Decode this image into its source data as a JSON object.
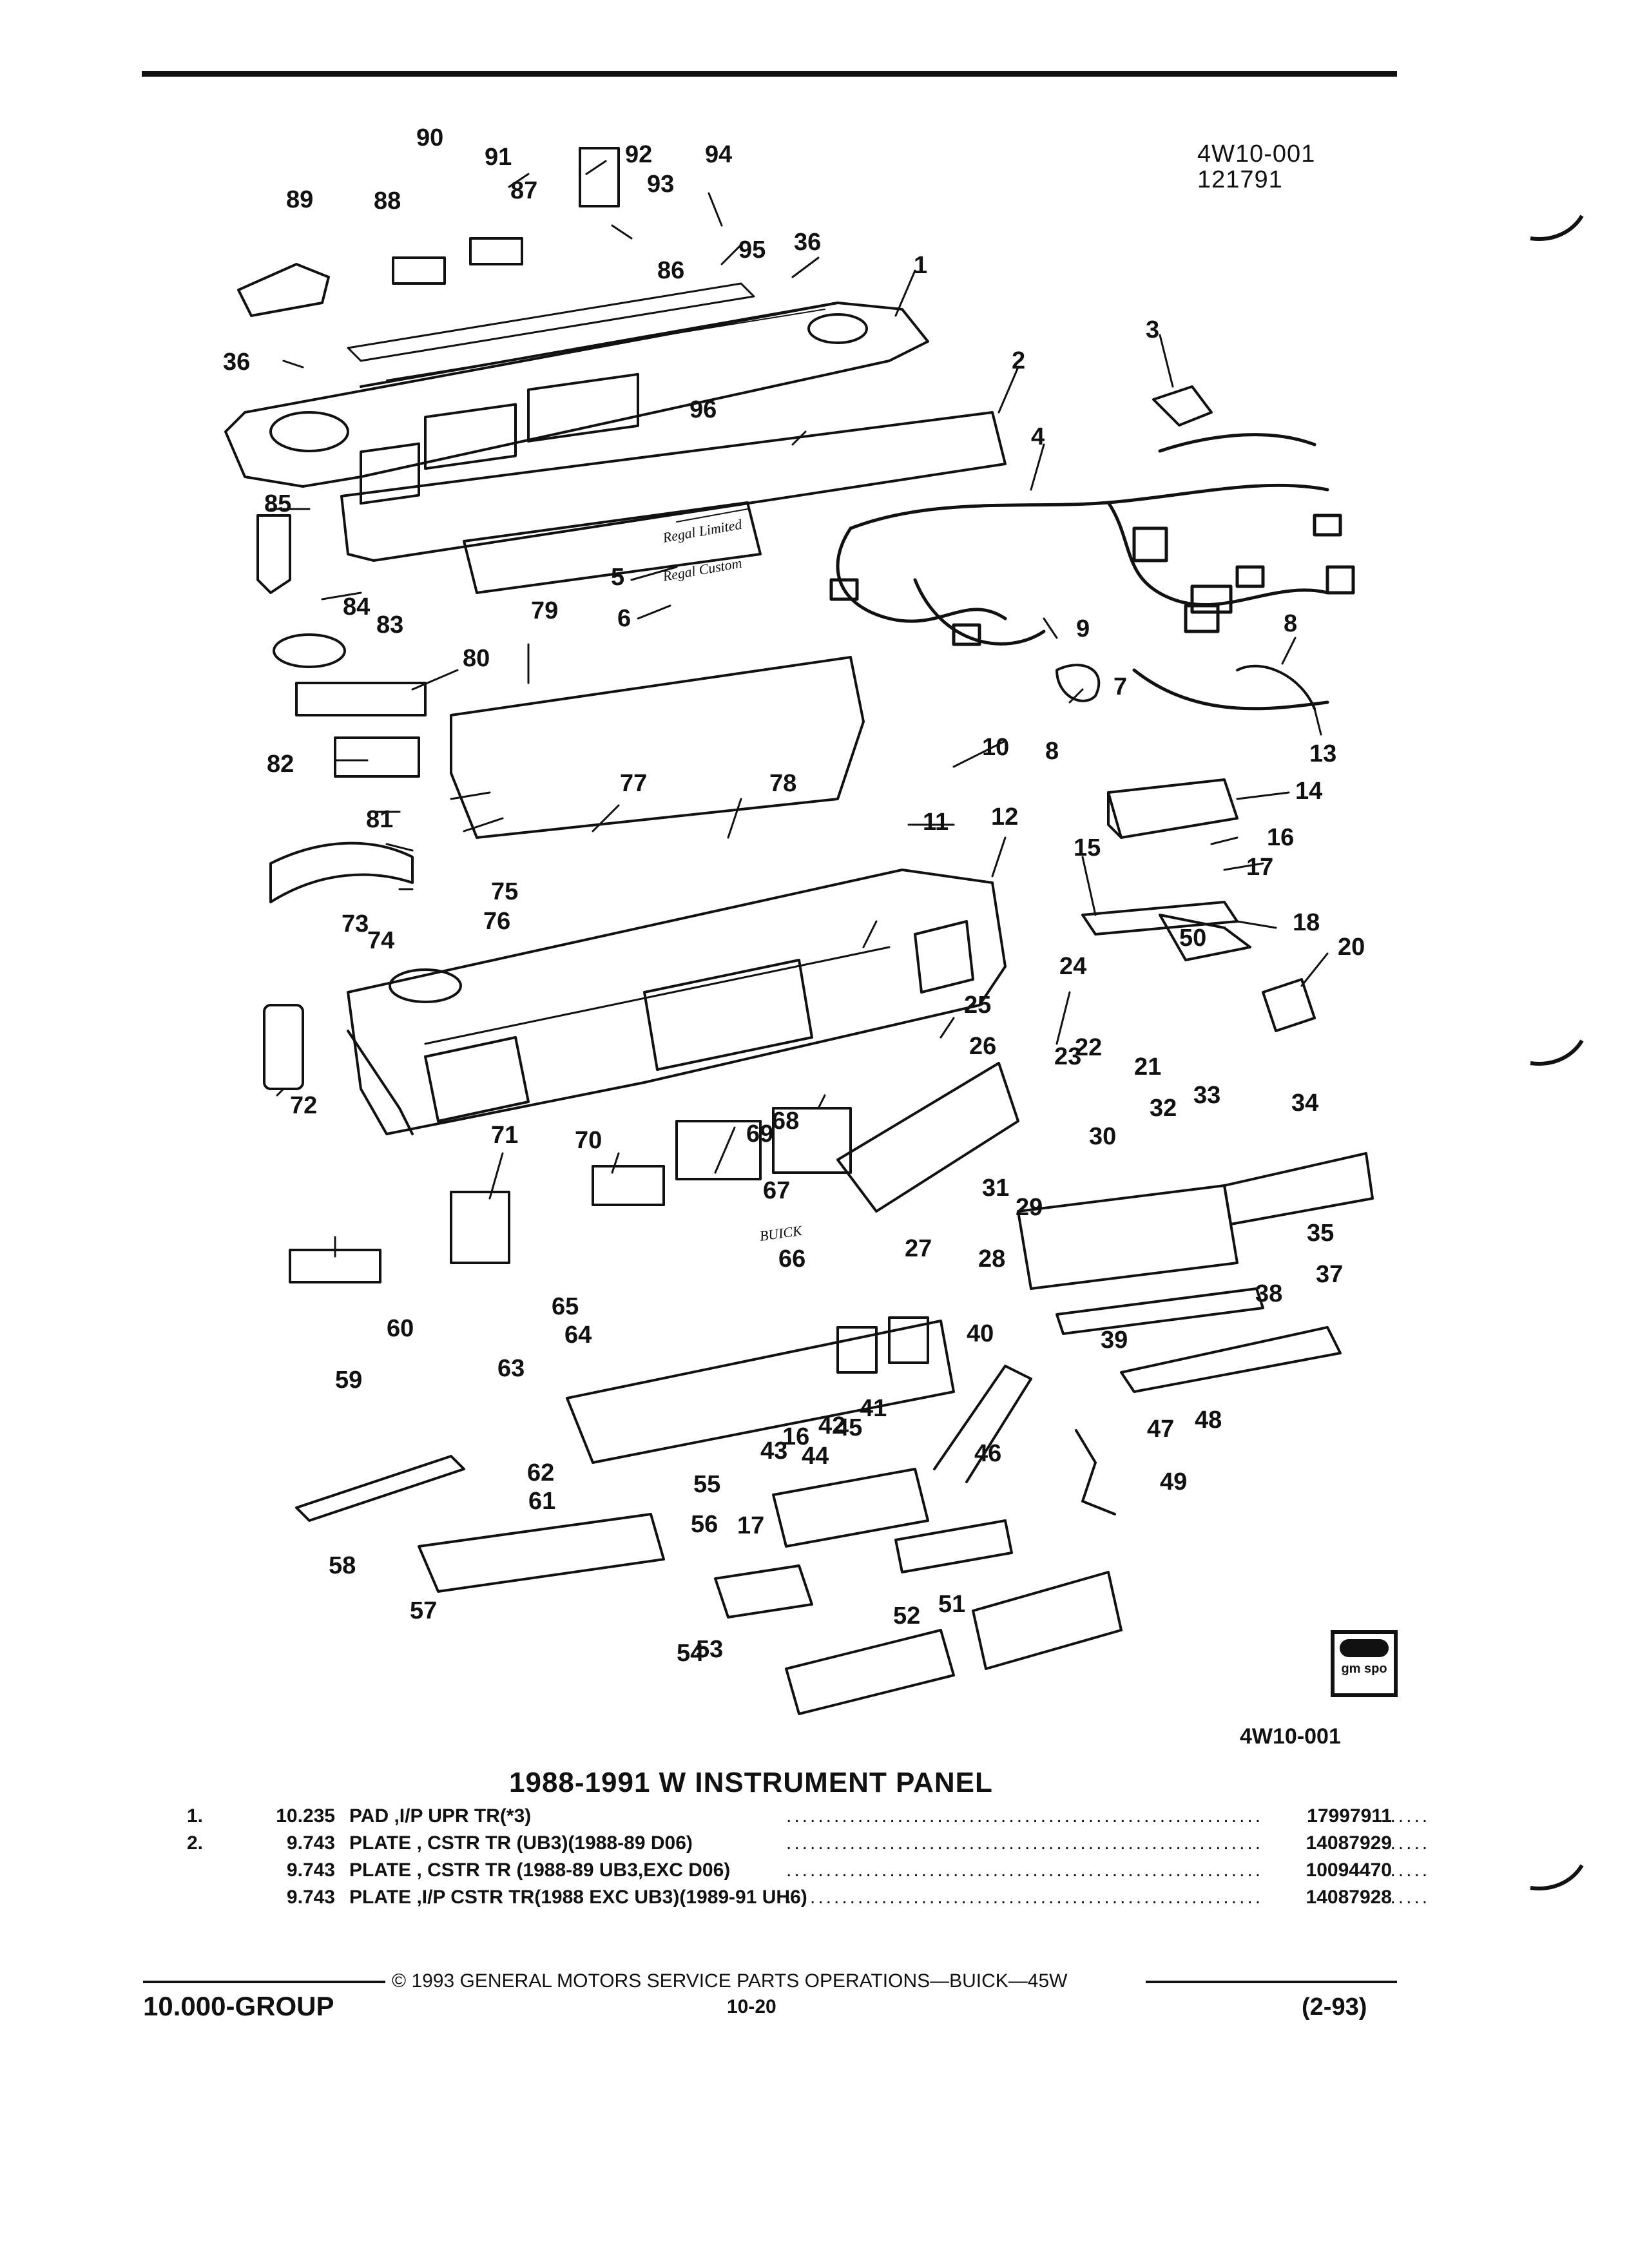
{
  "header": {
    "ref_code": "4W10-001",
    "ref_date": "121791"
  },
  "diagram": {
    "callouts": [
      "1",
      "2",
      "3",
      "4",
      "5",
      "6",
      "7",
      "8",
      "8",
      "9",
      "10",
      "11",
      "12",
      "13",
      "14",
      "15",
      "16",
      "16",
      "17",
      "17",
      "18",
      "20",
      "21",
      "22",
      "23",
      "24",
      "25",
      "26",
      "27",
      "28",
      "29",
      "30",
      "31",
      "32",
      "33",
      "34",
      "35",
      "36",
      "36",
      "37",
      "38",
      "39",
      "40",
      "41",
      "42",
      "43",
      "44",
      "45",
      "46",
      "47",
      "48",
      "49",
      "50",
      "51",
      "52",
      "53",
      "54",
      "55",
      "56",
      "57",
      "58",
      "59",
      "60",
      "61",
      "62",
      "63",
      "64",
      "65",
      "66",
      "67",
      "68",
      "69",
      "70",
      "71",
      "72",
      "73",
      "74",
      "75",
      "76",
      "77",
      "78",
      "79",
      "80",
      "81",
      "82",
      "83",
      "84",
      "85",
      "86",
      "87",
      "88",
      "89",
      "90",
      "91",
      "92",
      "93",
      "94",
      "95",
      "96"
    ],
    "badge_labels": [
      "Regal Limited",
      "Regal Custom",
      "BUICK"
    ],
    "bottom_code": "4W10-001",
    "logo_text": "gm spo"
  },
  "section": {
    "title": "1988-1991 W INSTRUMENT PANEL",
    "rows": [
      {
        "num": "1.",
        "qty": "10.235",
        "desc": "PAD ,I/P UPR TR(*3)",
        "part": "17997911"
      },
      {
        "num": "2.",
        "qty": "9.743",
        "desc": "PLATE , CSTR TR (UB3)(1988-89 D06)",
        "part": "14087929"
      },
      {
        "num": "",
        "qty": "9.743",
        "desc": "PLATE , CSTR TR (1988-89 UB3,EXC D06)",
        "part": "10094470"
      },
      {
        "num": "",
        "qty": "9.743",
        "desc": "PLATE ,I/P CSTR TR(1988 EXC UB3)(1989-91 UH6)",
        "part": "14087928"
      }
    ],
    "leader_dots": "........................................................................................................................"
  },
  "footer": {
    "copyright": "© 1993 GENERAL MOTORS SERVICE PARTS OPERATIONS—BUICK—45W",
    "group": "10.000-GROUP",
    "page": "10-20",
    "revision": "(2-93)"
  }
}
